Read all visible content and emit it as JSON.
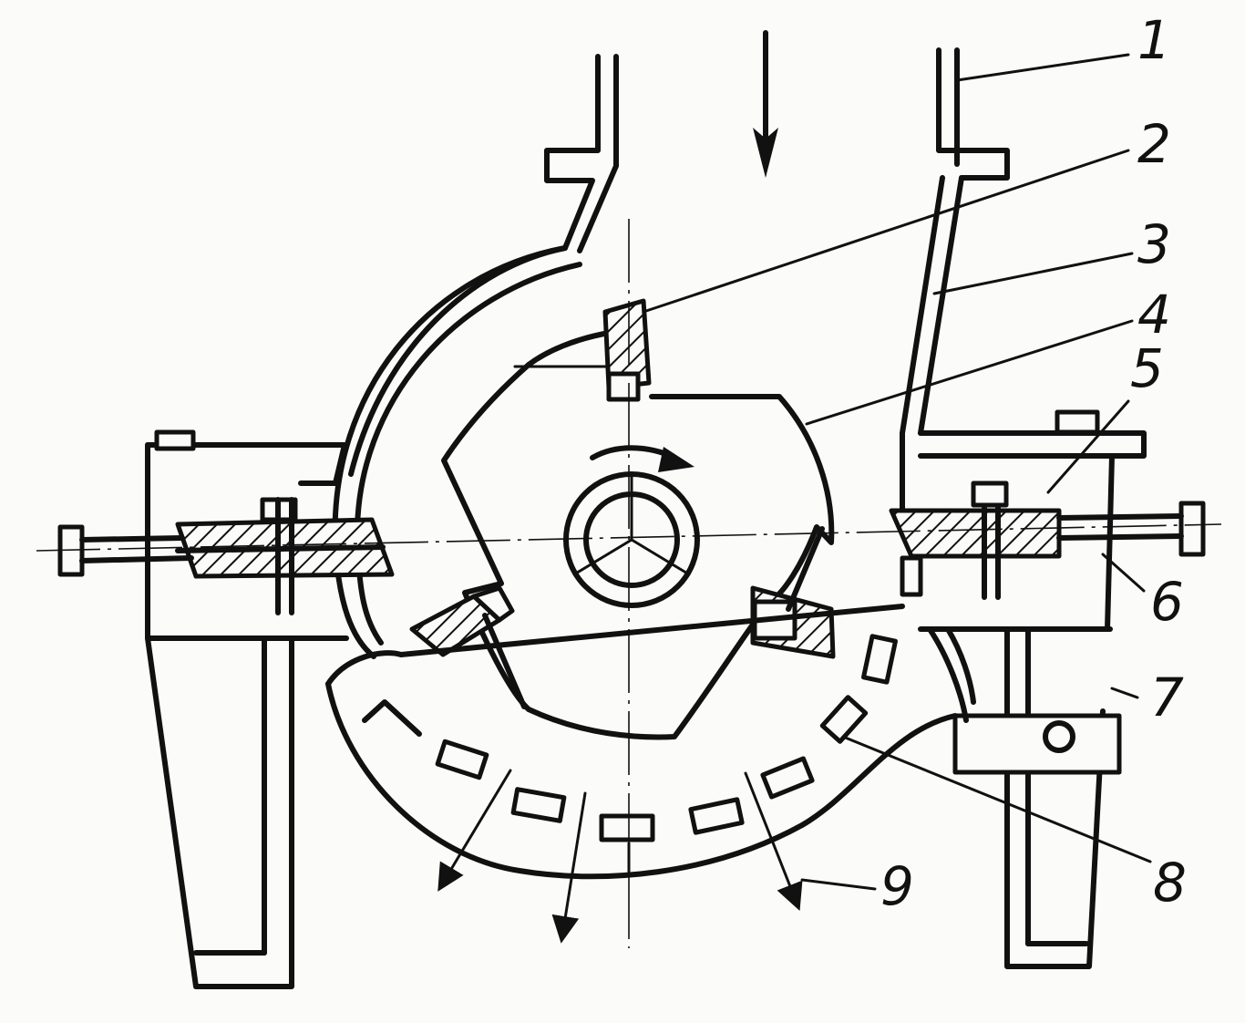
{
  "labels": [
    {
      "id": "part-1",
      "text": "1"
    },
    {
      "id": "part-2",
      "text": "2"
    },
    {
      "id": "part-3",
      "text": "3"
    },
    {
      "id": "part-4",
      "text": "4"
    },
    {
      "id": "part-5",
      "text": "5"
    },
    {
      "id": "part-6",
      "text": "6"
    },
    {
      "id": "part-7",
      "text": "7"
    },
    {
      "id": "part-8",
      "text": "8"
    },
    {
      "id": "part-9",
      "text": "9"
    }
  ]
}
